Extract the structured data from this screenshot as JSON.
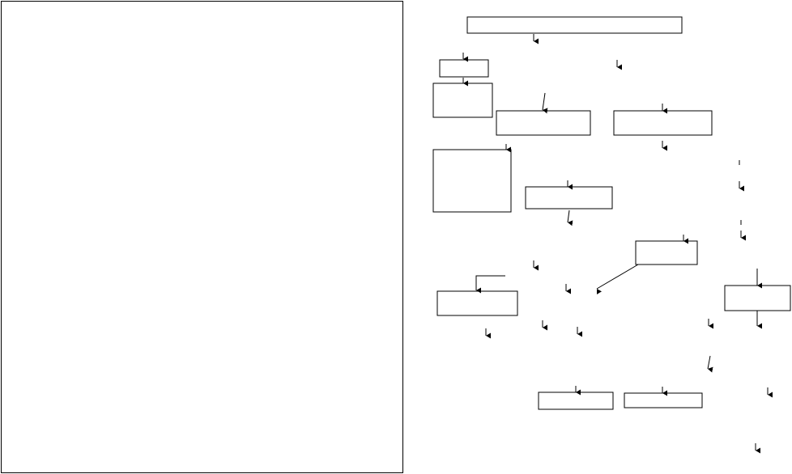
{
  "left_panel": {
    "content": ""
  },
  "flowchart": {
    "boxes": [
      {
        "id": "top-box",
        "text": ""
      },
      {
        "id": "small-box",
        "text": ""
      },
      {
        "id": "tall-box",
        "text": ""
      },
      {
        "id": "mid-left-box",
        "text": ""
      },
      {
        "id": "mid-right-box",
        "text": ""
      },
      {
        "id": "large-left-box",
        "text": ""
      },
      {
        "id": "center-box",
        "text": ""
      },
      {
        "id": "right-center-box",
        "text": ""
      },
      {
        "id": "far-right-box",
        "text": ""
      },
      {
        "id": "lower-left-box",
        "text": ""
      },
      {
        "id": "bottom-center-box",
        "text": ""
      },
      {
        "id": "bottom-right-box",
        "text": ""
      }
    ],
    "colors": {
      "stroke": "#000000",
      "fill": "#ffffff"
    }
  }
}
